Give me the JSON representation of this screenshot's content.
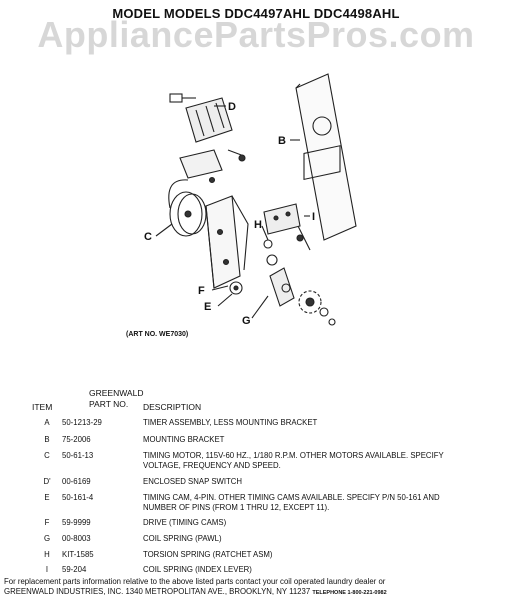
{
  "header": {
    "title": "MODEL MODELS DDC4497AHL DDC4498AHL",
    "watermark": "AppliancePartsPros.com"
  },
  "diagram": {
    "art_no": "(ART NO. WE7030)",
    "callouts": [
      "D",
      "B",
      "C",
      "H",
      "I",
      "F",
      "E",
      "G"
    ]
  },
  "table": {
    "headers": {
      "item": "ITEM",
      "part_line1": "GREENWALD",
      "part_line2": "PART NO.",
      "description": "DESCRIPTION"
    },
    "rows": [
      {
        "item": "A",
        "part": "50-1213-29",
        "desc": "TIMER ASSEMBLY, LESS MOUNTING BRACKET"
      },
      {
        "item": "B",
        "part": "75-2006",
        "desc": "MOUNTING BRACKET"
      },
      {
        "item": "C",
        "part": "50-61-13",
        "desc": "TIMING MOTOR, 115V-60 HZ., 1/180 R.P.M. OTHER MOTORS AVAILABLE. SPECIFY VOLTAGE, FREQUENCY AND SPEED."
      },
      {
        "item": "D'",
        "part": "00-6169",
        "desc": "ENCLOSED SNAP SWITCH"
      },
      {
        "item": "E",
        "part": "50-161-4",
        "desc": "TIMING CAM, 4-PIN. OTHER TIMING CAMS AVAILABLE. SPECIFY P/N 50-161 AND NUMBER OF PINS (FROM 1 THRU 12, EXCEPT 11)."
      },
      {
        "item": "F",
        "part": "59-9999",
        "desc": "DRIVE (TIMING CAMS)"
      },
      {
        "item": "G",
        "part": "00-8003",
        "desc": "COIL SPRING (PAWL)"
      },
      {
        "item": "H",
        "part": "KIT-1585",
        "desc": "TORSION SPRING (RATCHET ASM)"
      },
      {
        "item": "I",
        "part": "59-204",
        "desc": "COIL SPRING (INDEX LEVER)"
      }
    ]
  },
  "footer": {
    "line1": "For replacement parts information relative to the above listed parts contact your coil operated laundry dealer or",
    "line2": "GREENWALD INDUSTRIES, INC. 1340 METROPOLITAN AVE., BROOKLYN, NY 11237",
    "phone": "TELEPHONE 1-800-221-0982"
  }
}
